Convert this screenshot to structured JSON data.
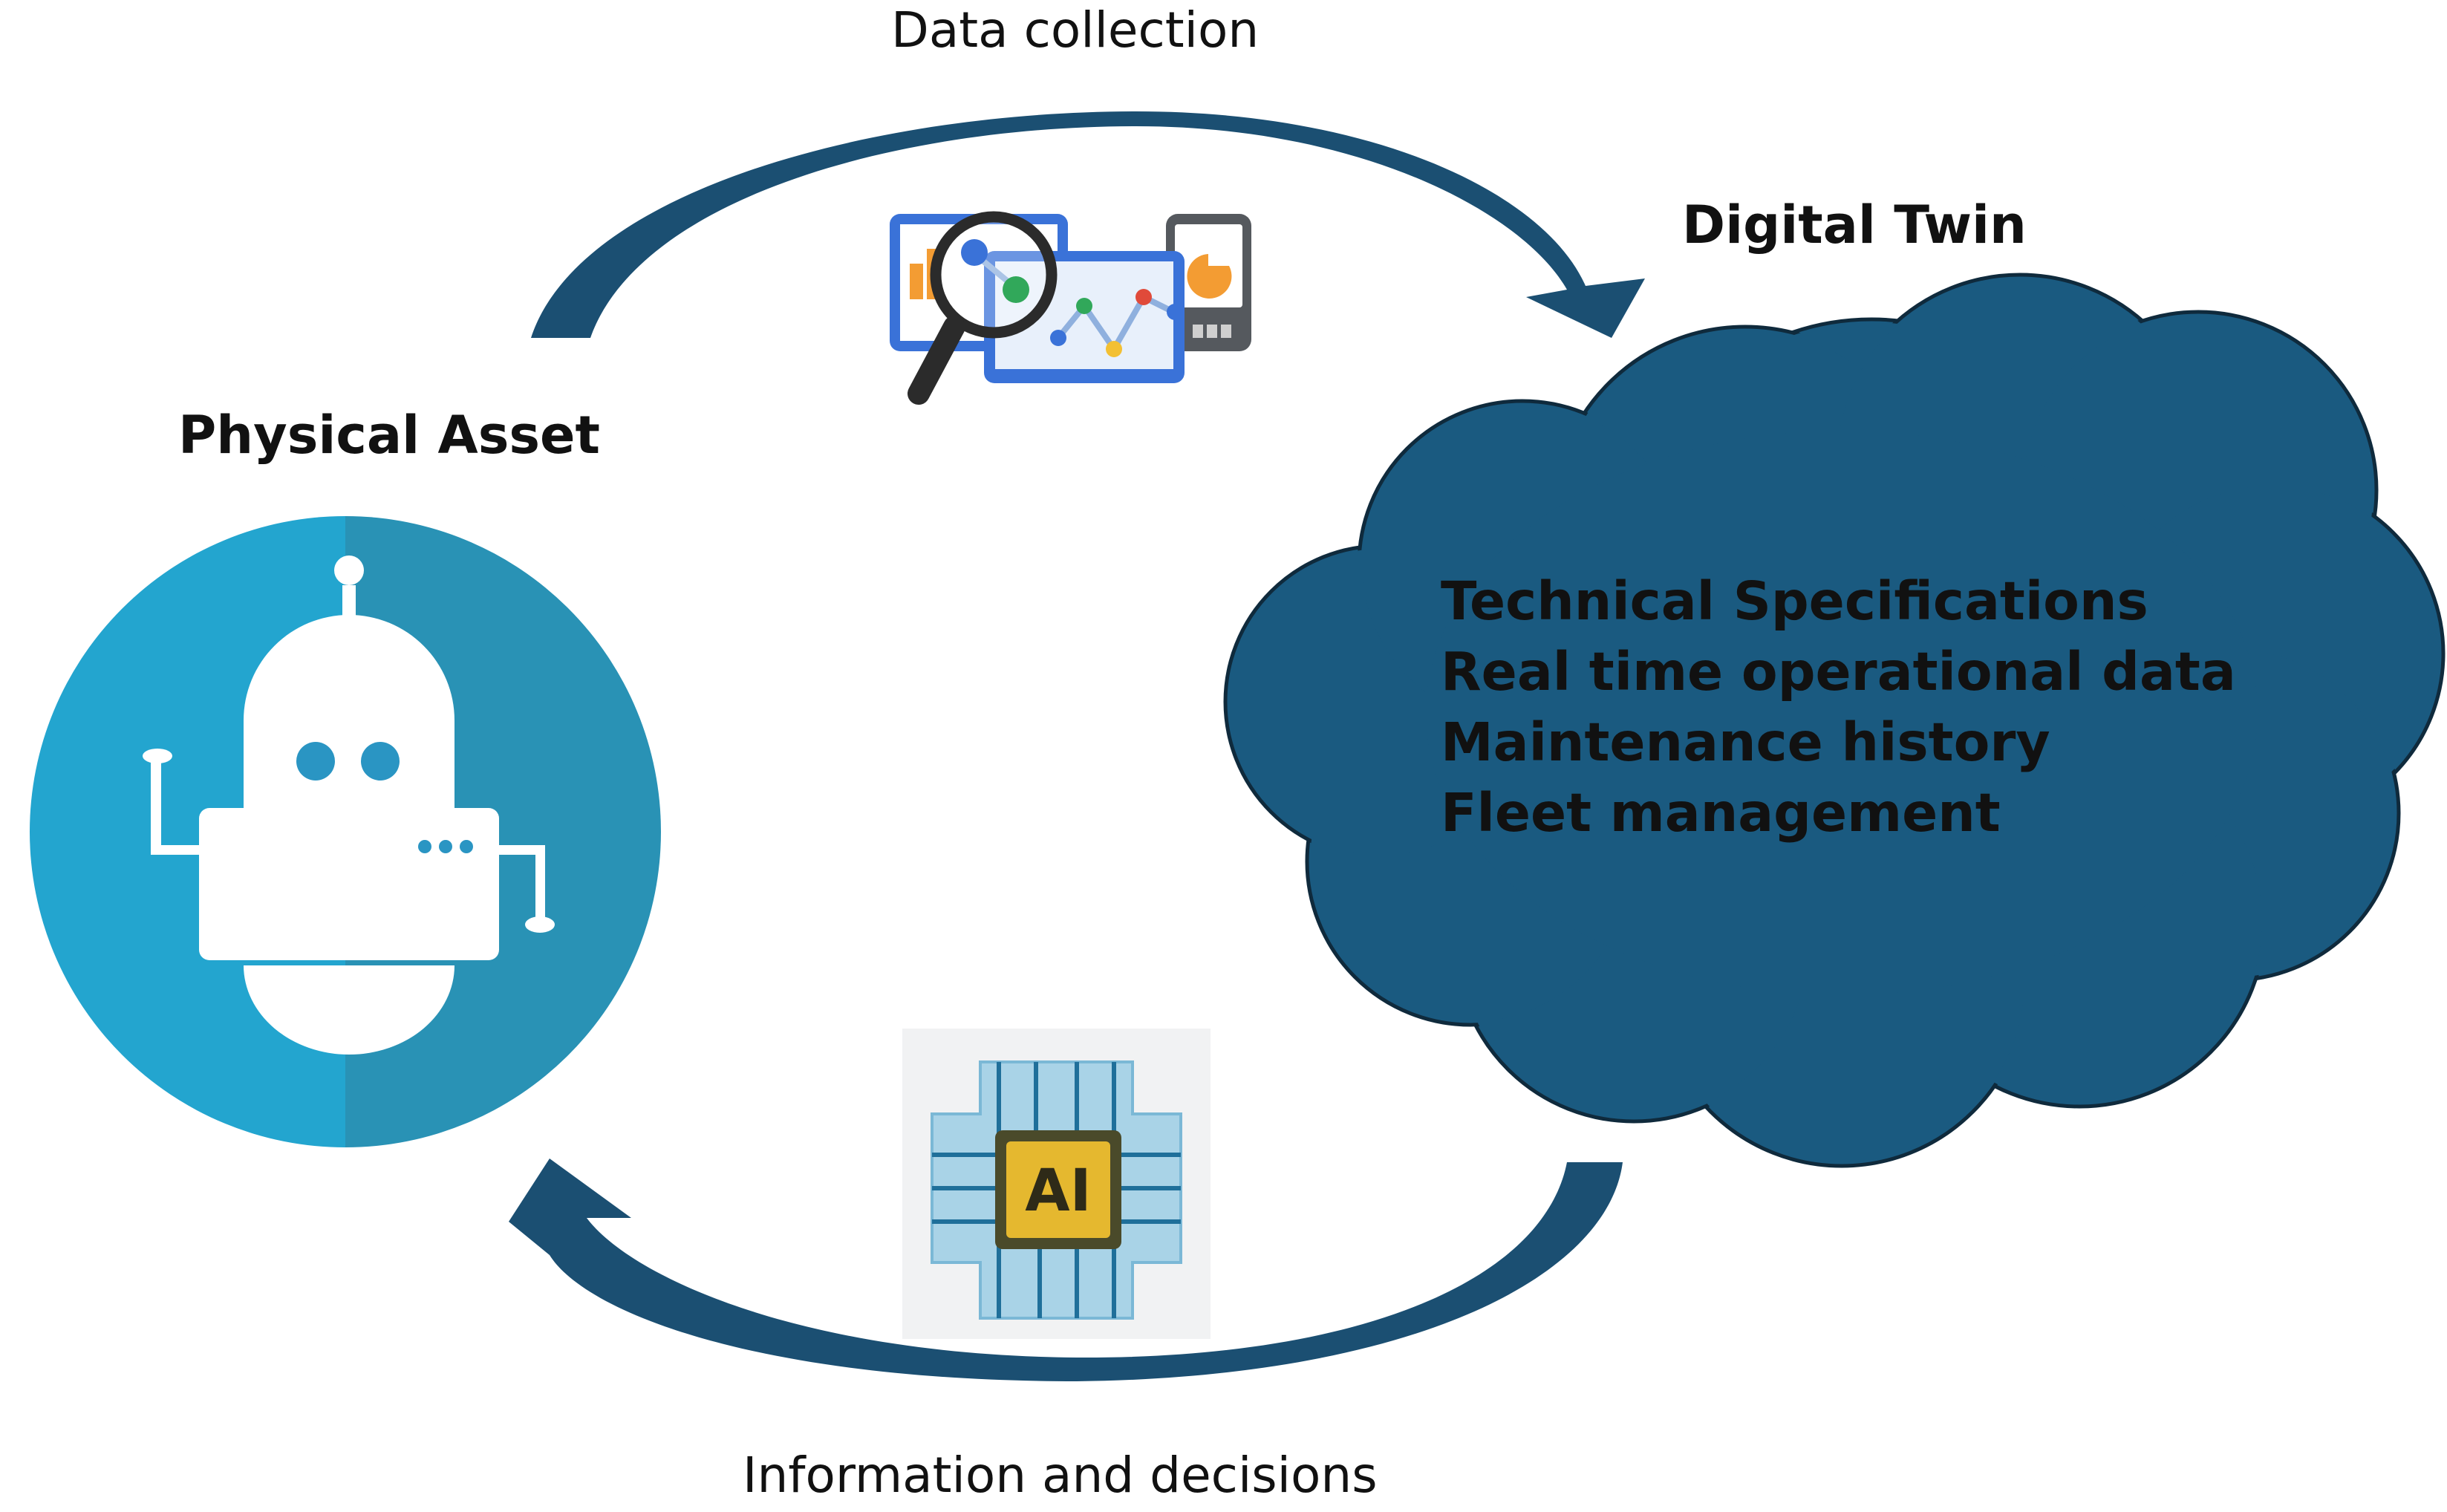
{
  "labels": {
    "data_collection": "Data collection",
    "information_decisions": "Information and decisions",
    "physical_asset": "Physical Asset",
    "digital_twin": "Digital Twin"
  },
  "digital_twin_items": [
    "Technical Specifications",
    "Real time operational data",
    "Maintenance history",
    "Fleet management"
  ],
  "colors": {
    "arrow": "#1b4f72",
    "cloud": "#1a5a80",
    "circle_left": "#23a5cf",
    "circle_right": "#2992b5",
    "robot": "#ffffff",
    "ai_chip": "#e5b82f"
  },
  "icons": {
    "robot": "robot-icon",
    "analytics": "analytics-devices-icon",
    "ai": "ai-chip-icon"
  }
}
